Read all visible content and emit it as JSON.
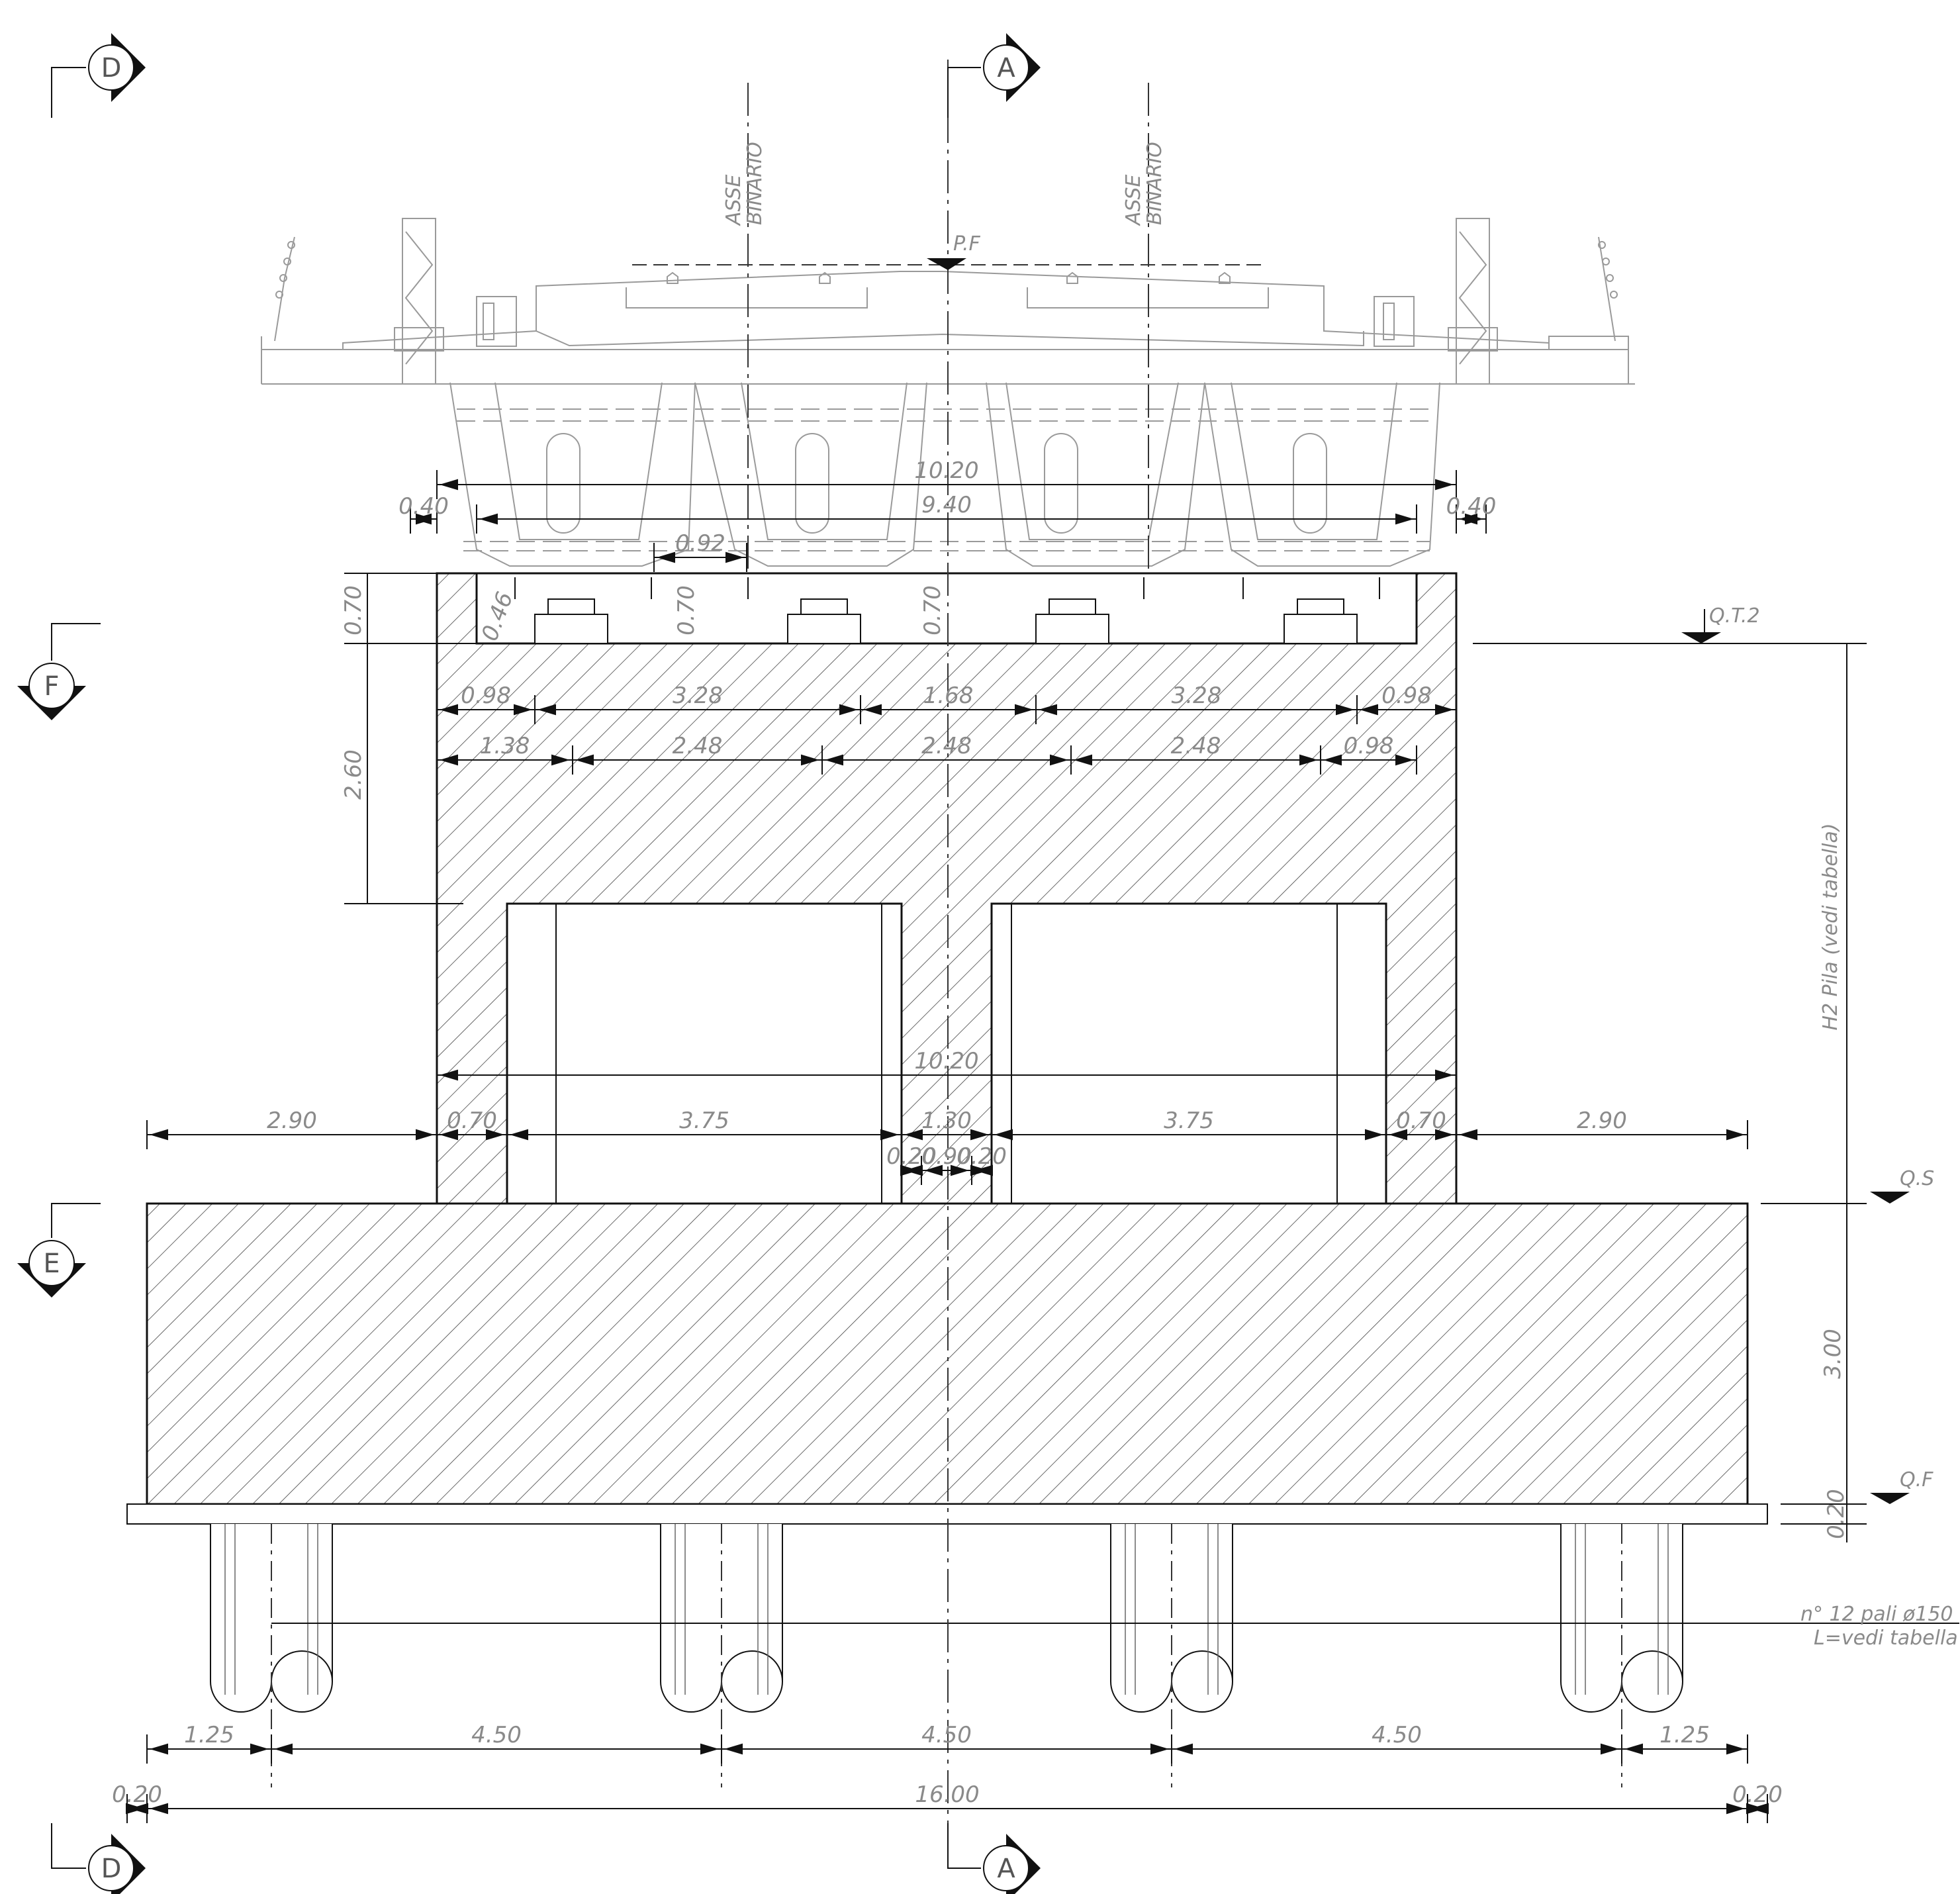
{
  "section_markers": [
    {
      "letter": "D",
      "position": "top-left"
    },
    {
      "letter": "A",
      "position": "top-center"
    },
    {
      "letter": "F",
      "position": "left"
    },
    {
      "letter": "E",
      "position": "left"
    },
    {
      "letter": "D",
      "position": "bottom-left"
    },
    {
      "letter": "A",
      "position": "bottom-center"
    }
  ],
  "track_axes": [
    {
      "line1": "ASSE",
      "line2": "BINARIO"
    },
    {
      "line1": "ASSE",
      "line2": "BINARIO"
    }
  ],
  "levels": {
    "pf": "P.F",
    "qt2": "Q.T.2",
    "qs": "Q.S",
    "qf": "Q.F"
  },
  "notes": {
    "pier_height": "H2 Pila (vedi tabella)",
    "piles_line1": "n° 12 pali ø150",
    "piles_line2": "L=vedi tabella"
  },
  "dimensions": {
    "deck_width_top": "10.20",
    "deck_inner": "9.40",
    "cantilever_left": "0.40",
    "cantilever_right": "0.40",
    "bearing_gap": "0.92",
    "recess_left": "0.46",
    "recess_mid": "0.70",
    "recess_center": "0.70",
    "pulvino_height": "0.70",
    "cap_height": "2.60",
    "row1": [
      "0.98",
      "3.28",
      "1.68",
      "3.28",
      "0.98"
    ],
    "row2": [
      "1.38",
      "2.48",
      "2.48",
      "2.48",
      "0.98"
    ],
    "pier_width": "10.20",
    "row3": [
      "2.90",
      "0.70",
      "3.75",
      "1.30",
      "3.75",
      "0.70",
      "2.90"
    ],
    "center_wall": [
      "0.20",
      "0.90",
      "0.20"
    ],
    "footing_height": "3.00",
    "lean_height": "0.20",
    "piles_row": [
      "1.25",
      "4.50",
      "4.50",
      "4.50",
      "1.25"
    ],
    "total": [
      "0.20",
      "16.00",
      "0.20"
    ]
  }
}
